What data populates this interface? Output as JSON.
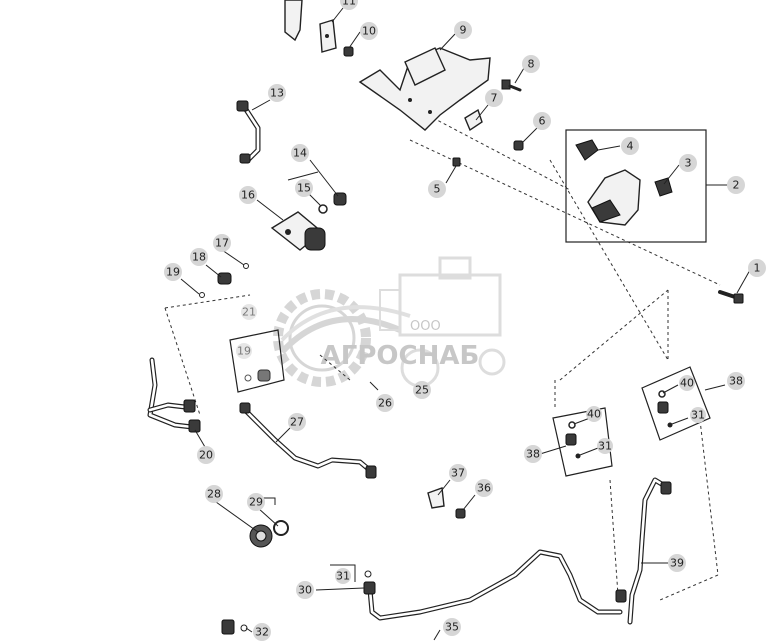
{
  "watermark": {
    "prefix": "ООО",
    "name": "АГРОСНАБ"
  },
  "callouts": [
    "1",
    "2",
    "3",
    "4",
    "5",
    "6",
    "7",
    "8",
    "9",
    "10",
    "11",
    "13",
    "14",
    "15",
    "16",
    "17",
    "18",
    "19",
    "19",
    "20",
    "21",
    "25",
    "26",
    "27",
    "28",
    "29",
    "30",
    "31",
    "31",
    "31",
    "32",
    "35",
    "36",
    "37",
    "38",
    "38",
    "39",
    "40",
    "40"
  ]
}
